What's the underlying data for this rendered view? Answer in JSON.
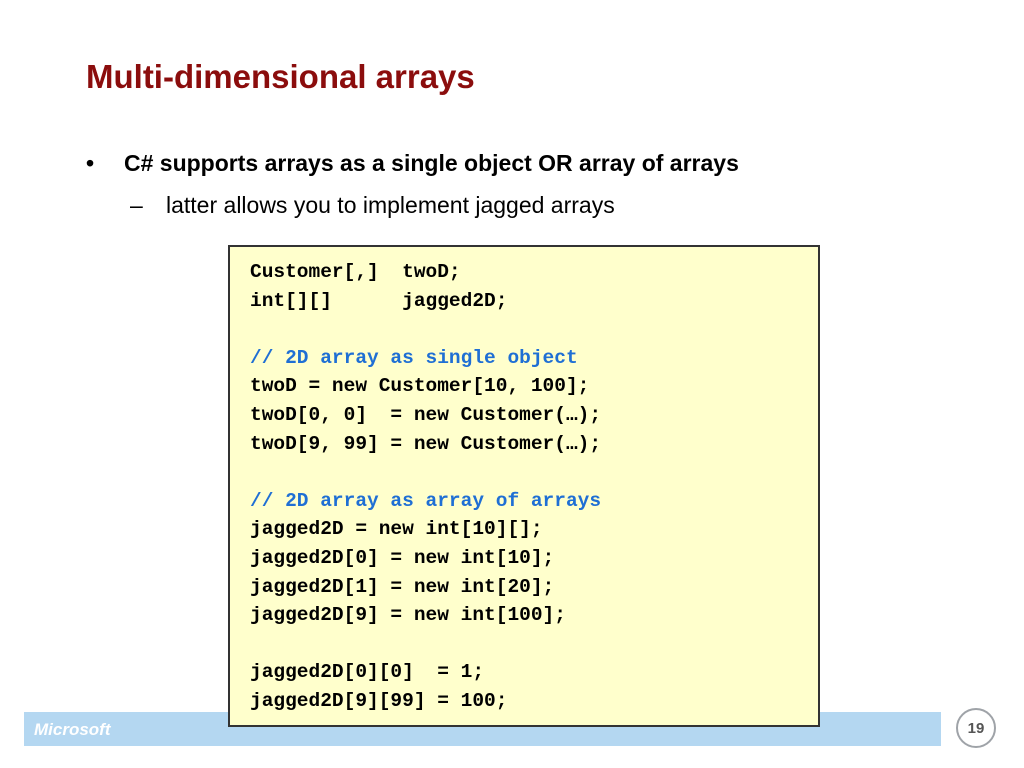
{
  "slide": {
    "title": "Multi-dimensional arrays",
    "bullets": [
      {
        "marker": "•",
        "text": "C# supports arrays as a single object OR array of arrays"
      },
      {
        "marker": "–",
        "text": "latter allows you to implement jagged arrays"
      }
    ],
    "code_lines": [
      "Customer[,]  twoD;",
      "int[][]      jagged2D;",
      "",
      "// 2D array as single object",
      "twoD = new Customer[10, 100];",
      "twoD[0, 0]  = new Customer(…);",
      "twoD[9, 99] = new Customer(…);",
      "",
      "// 2D array as array of arrays",
      "jagged2D = new int[10][];",
      "jagged2D[0] = new int[10];",
      "jagged2D[1] = new int[20];",
      "jagged2D[9] = new int[100];",
      "",
      "jagged2D[0][0]  = 1;",
      "jagged2D[9][99] = 100;"
    ],
    "footer": {
      "logo_text": "Microsoft",
      "page_number": "19"
    }
  },
  "colors": {
    "title": "#8b0d0d",
    "comment": "#1f6fd4",
    "code_background": "#ffffcc",
    "footer_bar": "#b4d7f1"
  }
}
